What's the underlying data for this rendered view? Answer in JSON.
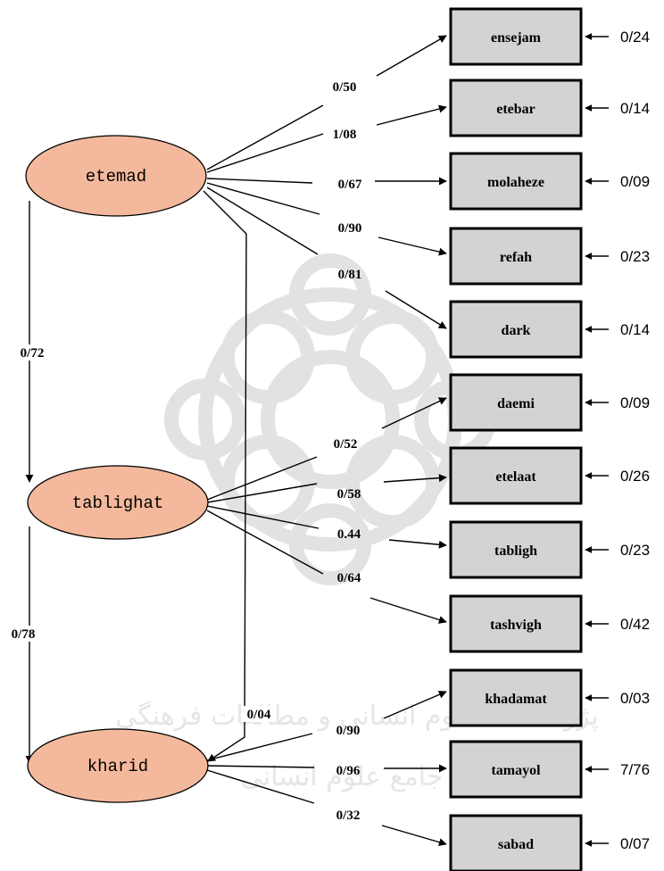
{
  "latent_variables": [
    {
      "id": "etemad",
      "label": "etemad"
    },
    {
      "id": "tablighat",
      "label": "tablighat"
    },
    {
      "id": "kharid",
      "label": "kharid"
    }
  ],
  "observed_variables": [
    {
      "id": "ensejam",
      "label": "ensejam",
      "error": "0/24",
      "latent": "etemad",
      "loading": "0/50"
    },
    {
      "id": "etebar",
      "label": "etebar",
      "error": "0/14",
      "latent": "etemad",
      "loading": "1/08"
    },
    {
      "id": "molaheze",
      "label": "molaheze",
      "error": "0/09",
      "latent": "etemad",
      "loading": "0/67"
    },
    {
      "id": "refah",
      "label": "refah",
      "error": "0/23",
      "latent": "etemad",
      "loading": "0/90"
    },
    {
      "id": "dark",
      "label": "dark",
      "error": "0/14",
      "latent": "etemad",
      "loading": "0/81"
    },
    {
      "id": "daemi",
      "label": "daemi",
      "error": "0/09",
      "latent": "tablighat",
      "loading": "0/52"
    },
    {
      "id": "etelaat",
      "label": "etelaat",
      "error": "0/26",
      "latent": "tablighat",
      "loading": "0/58"
    },
    {
      "id": "tabligh",
      "label": "tabligh",
      "error": "0/23",
      "latent": "tablighat",
      "loading": "0.44"
    },
    {
      "id": "tashvigh",
      "label": "tashvigh",
      "error": "0/42",
      "latent": "tablighat",
      "loading": "0/64"
    },
    {
      "id": "khadamat",
      "label": "khadamat",
      "error": "0/03",
      "latent": "kharid",
      "loading": "0/90"
    },
    {
      "id": "tamayol",
      "label": "tamayol",
      "error": "7/76",
      "latent": "kharid",
      "loading": "0/96"
    },
    {
      "id": "sabad",
      "label": "sabad",
      "error": "0/07",
      "latent": "kharid",
      "loading": "0/32"
    }
  ],
  "structural_paths": [
    {
      "from": "etemad",
      "to": "tablighat",
      "coefficient": "0/72"
    },
    {
      "from": "tablighat",
      "to": "kharid",
      "coefficient": "0/78"
    },
    {
      "from": "etemad",
      "to": "kharid",
      "coefficient": "0/04"
    }
  ],
  "colors": {
    "latent_fill": "#f4b99c",
    "observed_fill": "#d3d3d3",
    "line": "#000000",
    "watermark": "#e2e2e2"
  },
  "watermark": {
    "line1": "پژوهشگاه علوم انسانی و مطالعات فرهنگی",
    "line2": "پرتال جامع علوم انسانی"
  }
}
